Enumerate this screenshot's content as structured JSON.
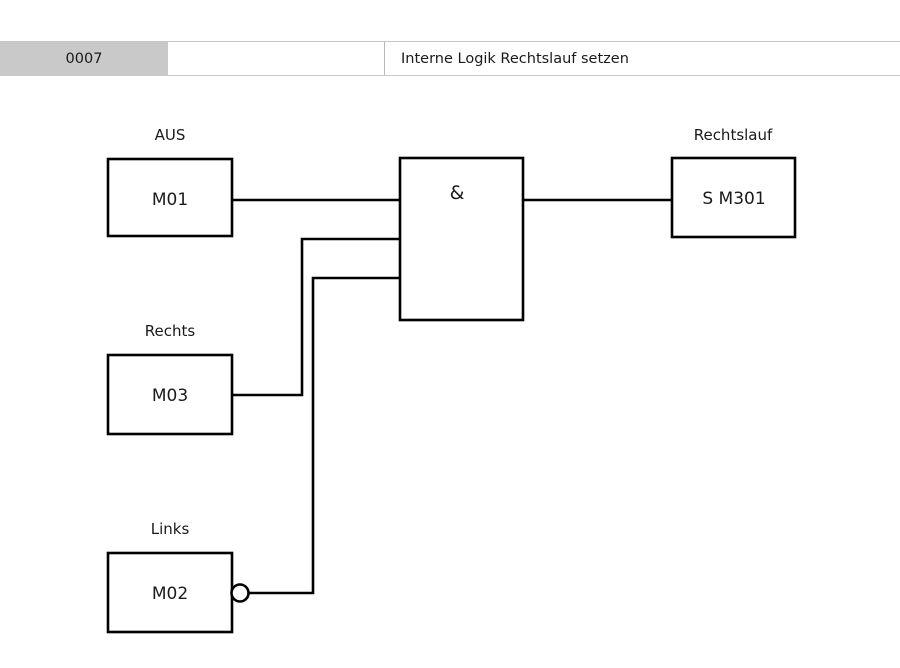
{
  "header": {
    "id": "0007",
    "blank": "",
    "description": "Interne Logik Rechtslauf setzen"
  },
  "diagram": {
    "title": "Interne Logik Rechtslauf setzen",
    "blocks": [
      {
        "key": "m01",
        "label": "AUS",
        "text": "M01",
        "negated": false
      },
      {
        "key": "m03",
        "label": "Rechts",
        "text": "M03",
        "negated": false
      },
      {
        "key": "m02",
        "label": "Links",
        "text": "M02",
        "negated": true
      },
      {
        "key": "out",
        "label": "Rechtslauf",
        "text": "S M301",
        "negated": false
      }
    ],
    "gate": {
      "key": "and-gate",
      "symbol": "&",
      "inputs": [
        "M01",
        "M03",
        "M02"
      ],
      "output": "S M301"
    }
  },
  "colors": {
    "line": "#000000",
    "header_gray": "#c9c9c9",
    "border_gray": "#c8c8c8",
    "text": "#1a1a1a",
    "background": "#ffffff"
  }
}
